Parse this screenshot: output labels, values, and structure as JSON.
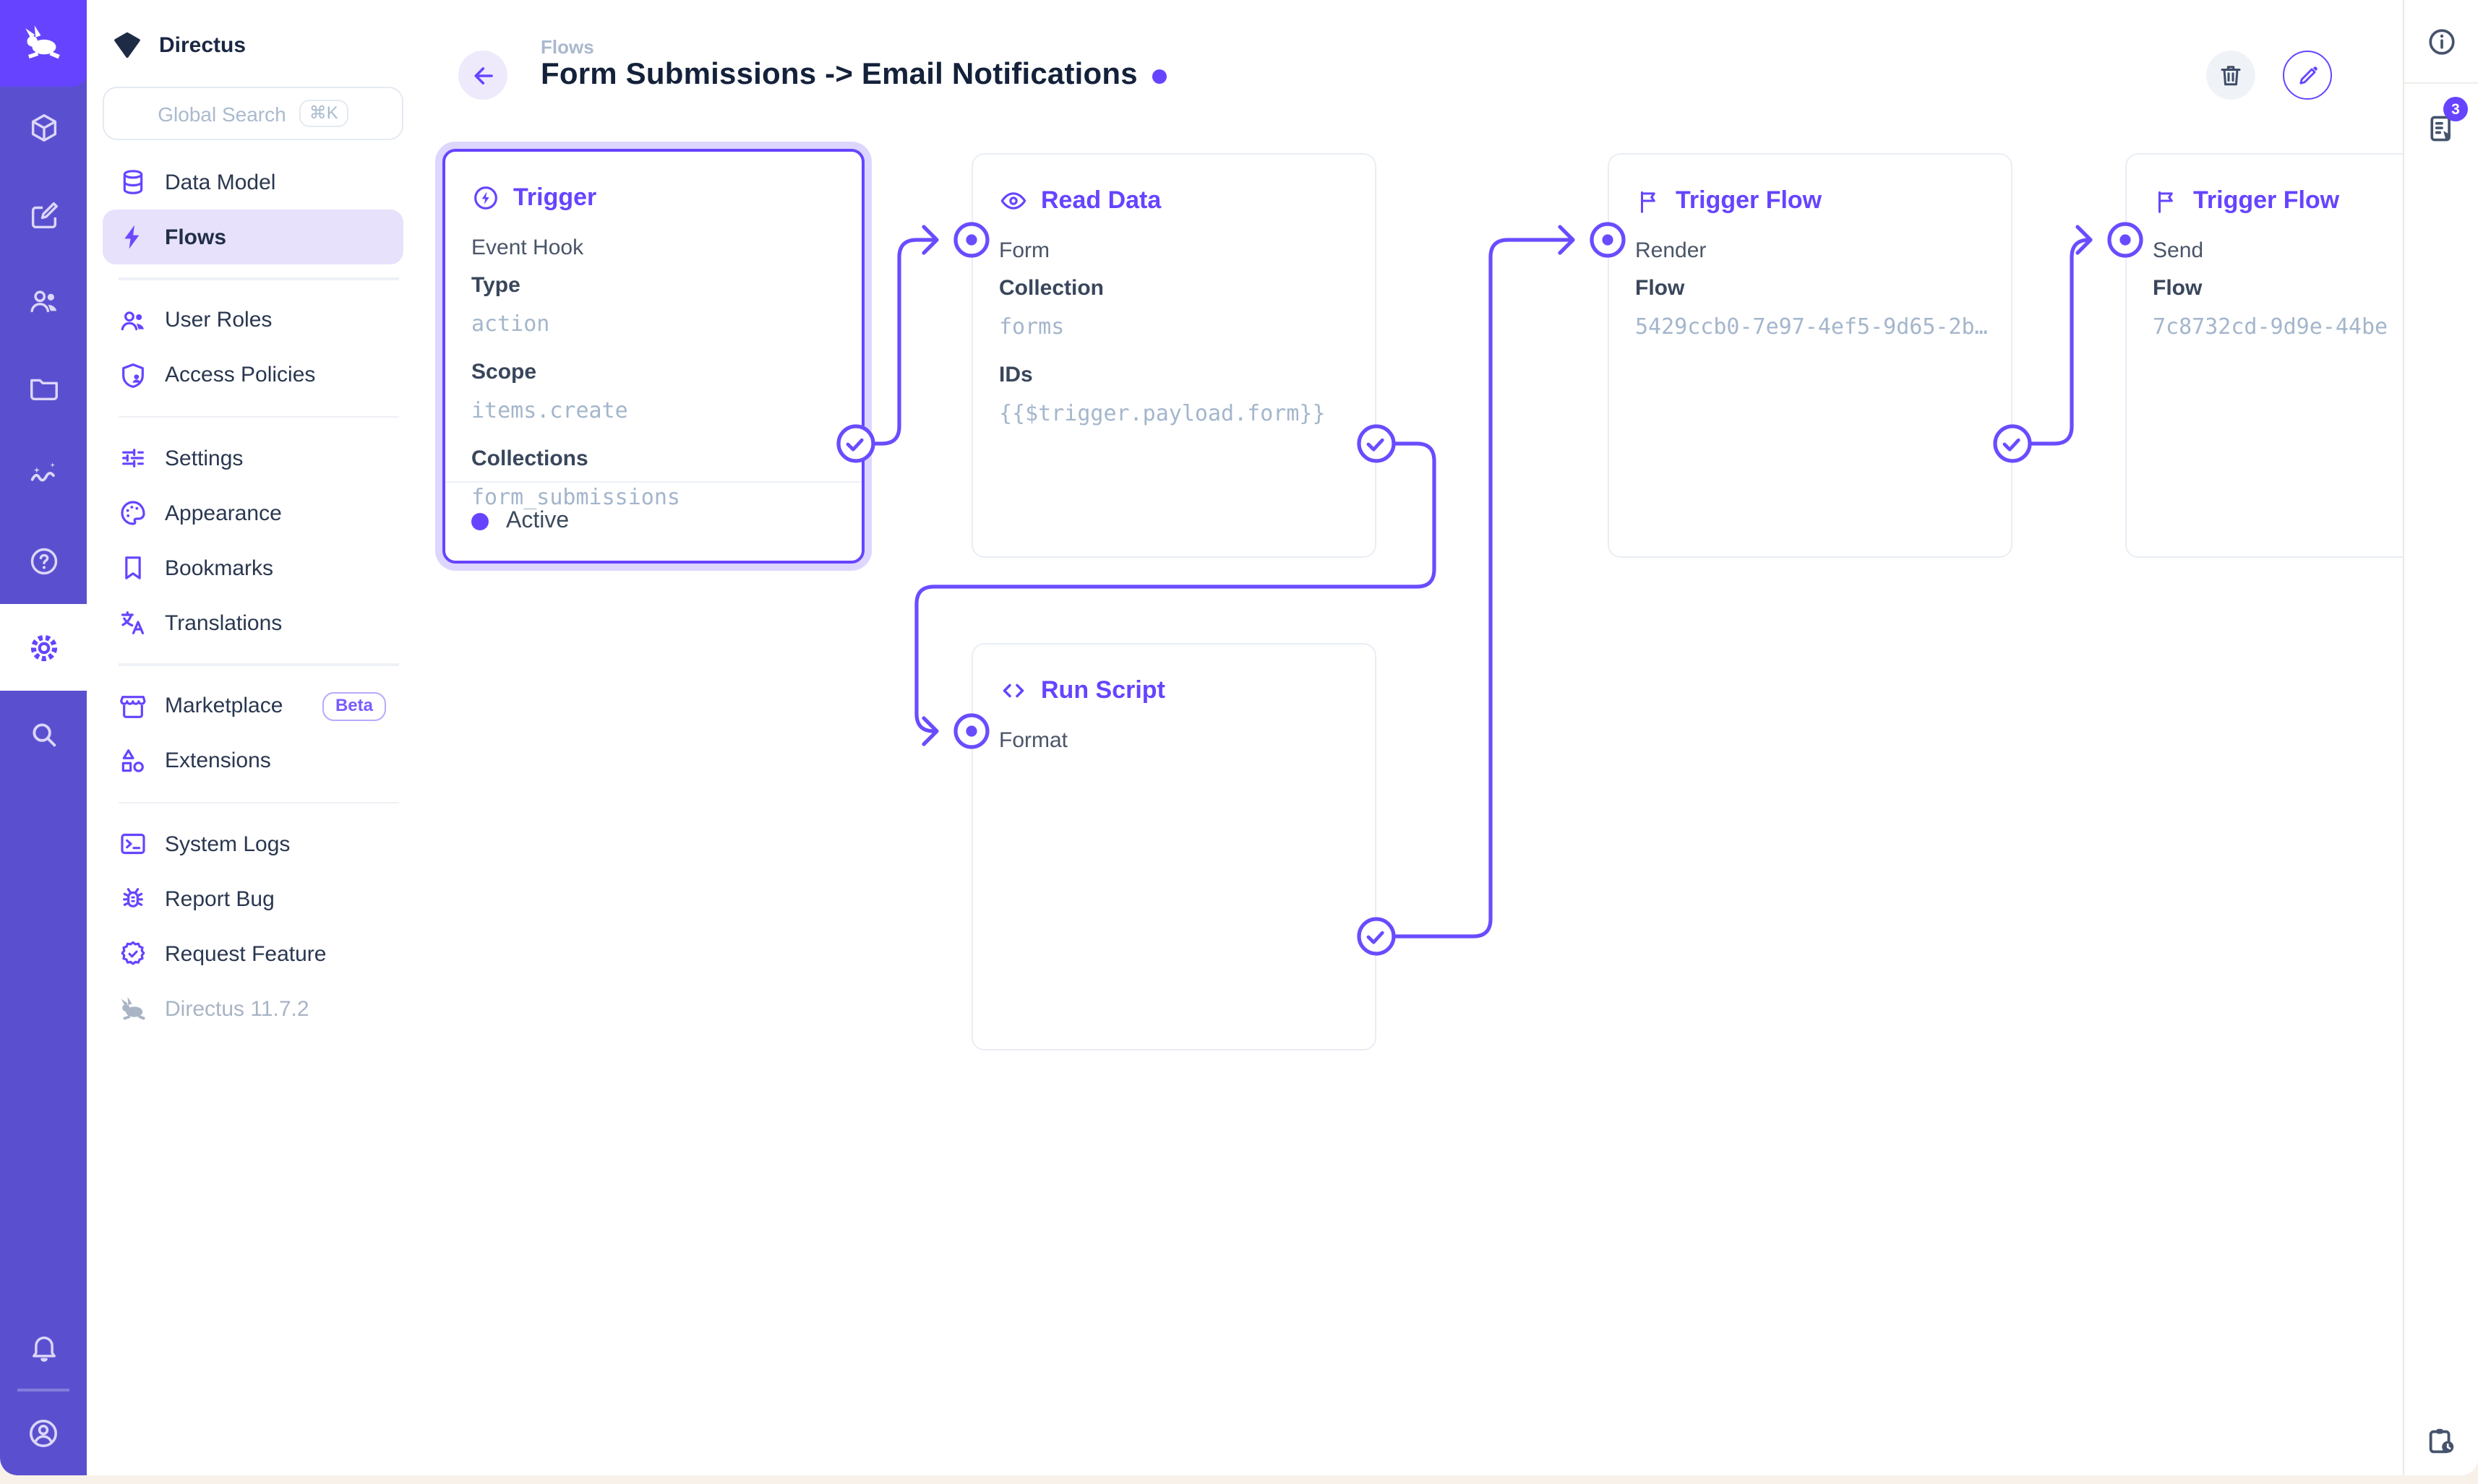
{
  "accent": "#6644FF",
  "module_rail": {
    "icons": [
      "directus-logo",
      "box",
      "edit",
      "users",
      "folder",
      "insights",
      "help",
      "settings",
      "search",
      "bell",
      "account"
    ],
    "active_module": "settings"
  },
  "sidebar": {
    "project": {
      "name": "Directus",
      "icon": "diamond"
    },
    "search": {
      "placeholder": "Global Search",
      "shortcut": "⌘K"
    },
    "groups": [
      {
        "items": [
          {
            "icon": "database",
            "label": "Data Model"
          },
          {
            "icon": "bolt",
            "label": "Flows",
            "active": true
          }
        ]
      },
      {
        "items": [
          {
            "icon": "users",
            "label": "User Roles"
          },
          {
            "icon": "shield-user",
            "label": "Access Policies"
          }
        ]
      },
      {
        "items": [
          {
            "icon": "tune",
            "label": "Settings"
          },
          {
            "icon": "palette",
            "label": "Appearance"
          },
          {
            "icon": "bookmark",
            "label": "Bookmarks"
          },
          {
            "icon": "translate",
            "label": "Translations"
          }
        ]
      },
      {
        "items": [
          {
            "icon": "storefront",
            "label": "Marketplace",
            "badge": "Beta"
          },
          {
            "icon": "shapes",
            "label": "Extensions"
          }
        ]
      },
      {
        "items": [
          {
            "icon": "terminal",
            "label": "System Logs"
          },
          {
            "icon": "bug",
            "label": "Report Bug"
          },
          {
            "icon": "badge-check",
            "label": "Request Feature"
          }
        ]
      }
    ],
    "version": "Directus 11.7.2"
  },
  "header": {
    "breadcrumb": "Flows",
    "title": "Form Submissions -> Email Notifications"
  },
  "flow": {
    "trigger": {
      "title": "Trigger",
      "subtitle": "Event Hook",
      "fields": [
        {
          "label": "Type",
          "value": "action"
        },
        {
          "label": "Scope",
          "value": "items.create"
        },
        {
          "label": "Collections",
          "value": "form_submissions"
        }
      ],
      "status": "Active"
    },
    "read_data": {
      "title": "Read Data",
      "input": "Form",
      "fields": [
        {
          "label": "Collection",
          "value": "forms"
        },
        {
          "label": "IDs",
          "value": "{{$trigger.payload.form}}"
        }
      ]
    },
    "trigger_flow_render": {
      "title": "Trigger Flow",
      "input": "Render",
      "fields": [
        {
          "label": "Flow",
          "value": "5429ccb0-7e97-4ef5-9d65-2b…"
        }
      ]
    },
    "trigger_flow_send": {
      "title": "Trigger Flow",
      "input": "Send",
      "fields": [
        {
          "label": "Flow",
          "value": "7c8732cd-9d9e-44be"
        }
      ]
    },
    "run_script": {
      "title": "Run Script",
      "input": "Format"
    }
  },
  "right_panel": {
    "icons": [
      "info",
      "logs",
      "clipboard-clock"
    ],
    "logs_badge": "3"
  }
}
